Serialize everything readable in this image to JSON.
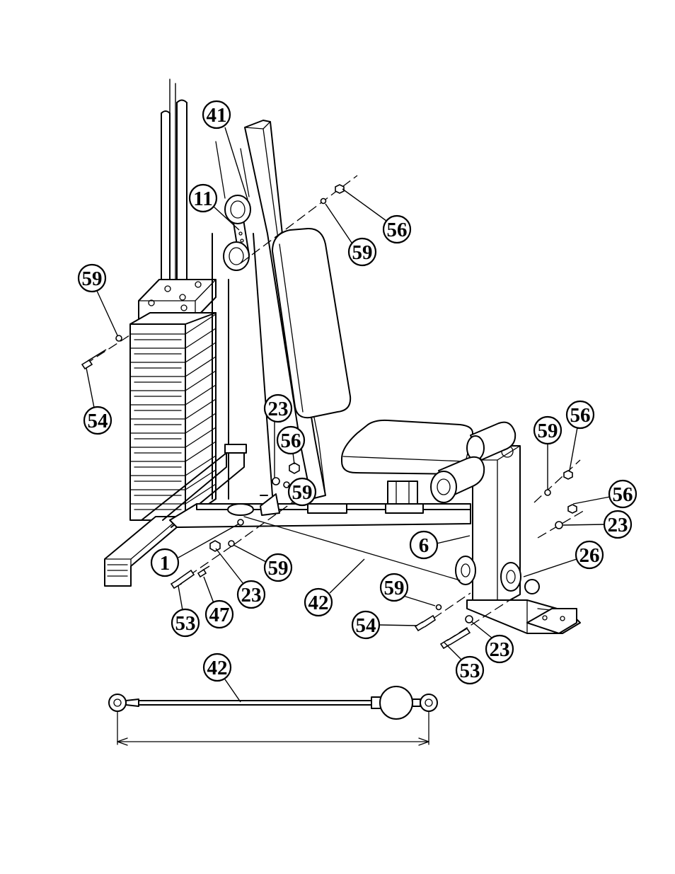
{
  "diagram": {
    "callouts": [
      {
        "id": "c41a",
        "label": "41"
      },
      {
        "id": "c11",
        "label": "11"
      },
      {
        "id": "c56a",
        "label": "56"
      },
      {
        "id": "c59a",
        "label": "59"
      },
      {
        "id": "c59b",
        "label": "59"
      },
      {
        "id": "c54a",
        "label": "54"
      },
      {
        "id": "c23a",
        "label": "23"
      },
      {
        "id": "c56b",
        "label": "56"
      },
      {
        "id": "c59c",
        "label": "59"
      },
      {
        "id": "c1",
        "label": "1"
      },
      {
        "id": "c59d",
        "label": "59"
      },
      {
        "id": "c23b",
        "label": "23"
      },
      {
        "id": "c53a",
        "label": "53"
      },
      {
        "id": "c47",
        "label": "47"
      },
      {
        "id": "c42a",
        "label": "42"
      },
      {
        "id": "c6",
        "label": "6"
      },
      {
        "id": "c59e",
        "label": "59"
      },
      {
        "id": "c56c",
        "label": "56"
      },
      {
        "id": "c56d",
        "label": "56"
      },
      {
        "id": "c23c",
        "label": "23"
      },
      {
        "id": "c26",
        "label": "26"
      },
      {
        "id": "c59f",
        "label": "59"
      },
      {
        "id": "c54b",
        "label": "54"
      },
      {
        "id": "c23d",
        "label": "23"
      },
      {
        "id": "c53b",
        "label": "53"
      },
      {
        "id": "c42b",
        "label": "42"
      }
    ]
  }
}
